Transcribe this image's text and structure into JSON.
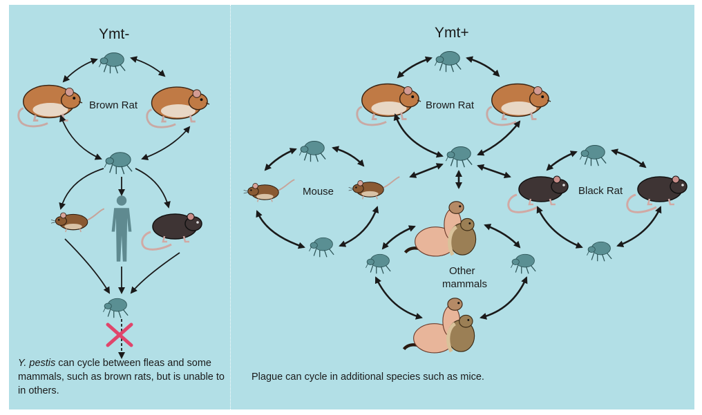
{
  "left_panel": {
    "title": "Ymt-",
    "center_label": "Brown Rat",
    "caption_italic": "Y.  pestis",
    "caption_rest": " can cycle between fleas and some mammals, such as brown rats, but is unable to in others."
  },
  "right_panel": {
    "title": "Ymt+",
    "center_label": "Brown Rat",
    "mouse_label": "Mouse",
    "black_rat_label": "Black Rat",
    "other_mammals_label_1": "Other",
    "other_mammals_label_2": "mammals",
    "caption": "Plague can cycle in additional species such as mice."
  },
  "colors": {
    "background": "#b2dfe6",
    "brown_rat": "#c07a45",
    "black_rat": "#3e3434",
    "mouse": "#8a5a33",
    "flea": "#5a8f93",
    "human": "#5f8a90",
    "arrow": "#1a1a1a",
    "cross": "#e0456b",
    "mammal": "#e8b59a",
    "squirrel": "#9b7f55"
  }
}
